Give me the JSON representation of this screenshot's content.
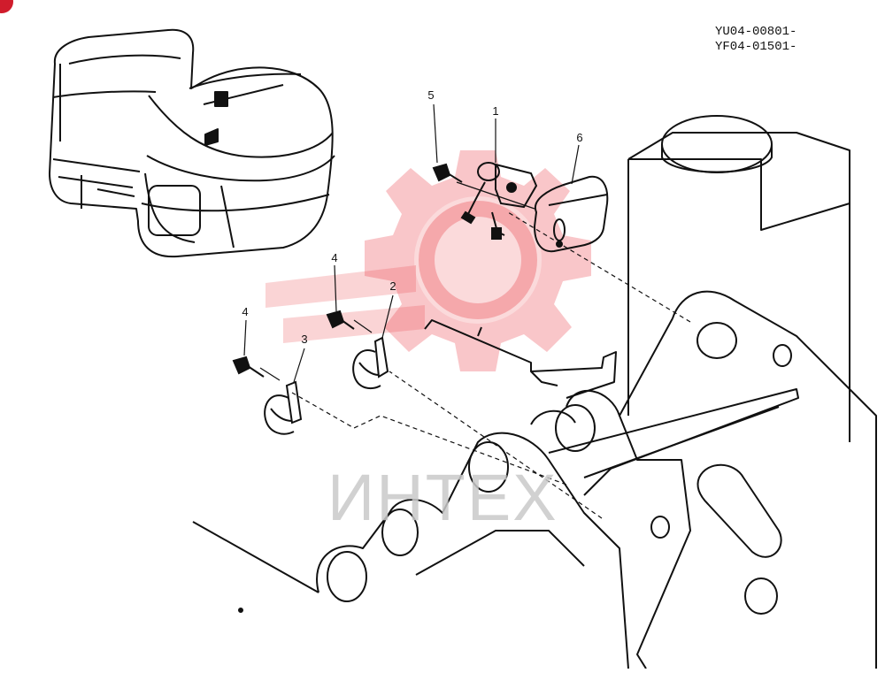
{
  "diagram": {
    "codes": [
      "YU04-00801-",
      "YF04-01501-"
    ],
    "callouts": [
      {
        "id": "c1",
        "label": "1"
      },
      {
        "id": "c2",
        "label": "2"
      },
      {
        "id": "c3",
        "label": "3"
      },
      {
        "id": "c4a",
        "label": "4"
      },
      {
        "id": "c4b",
        "label": "4"
      },
      {
        "id": "c5",
        "label": "5"
      },
      {
        "id": "c6",
        "label": "6"
      }
    ]
  },
  "watermark": {
    "text": "ИНТЕХ",
    "color": "#e8343c"
  }
}
